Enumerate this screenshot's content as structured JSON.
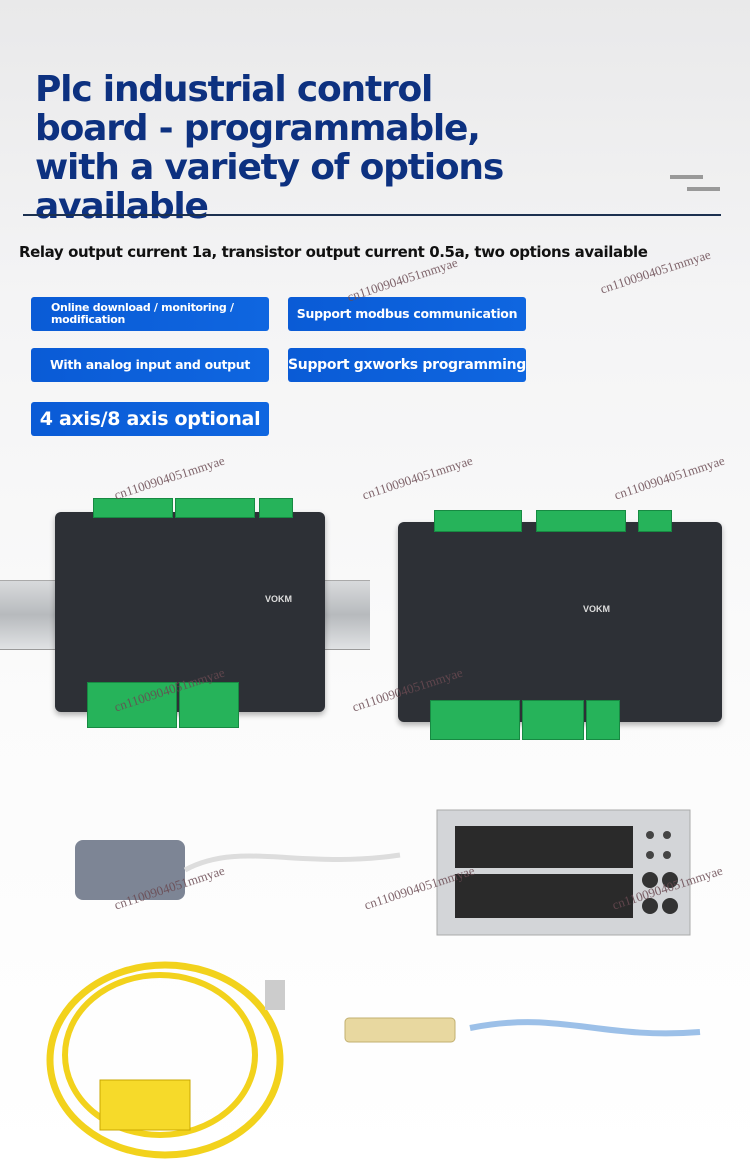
{
  "title": "Plc industrial control board - programmable, with a variety of options available",
  "subtitle": "Relay output current 1a, transistor output current 0.5a, two options available",
  "features": [
    "Online download / monitoring / modification",
    "Support modbus communication",
    "With analog input and output",
    "Support gxworks programming",
    "4 axis/8 axis optional"
  ],
  "watermark": "cn1100904051mmyae",
  "product_brand": "VOKM",
  "colors": {
    "title": "#0d3180",
    "feature_button": "#0a5bd6",
    "terminal": "#26b35a",
    "cable_yellow": "#f2d21c"
  }
}
